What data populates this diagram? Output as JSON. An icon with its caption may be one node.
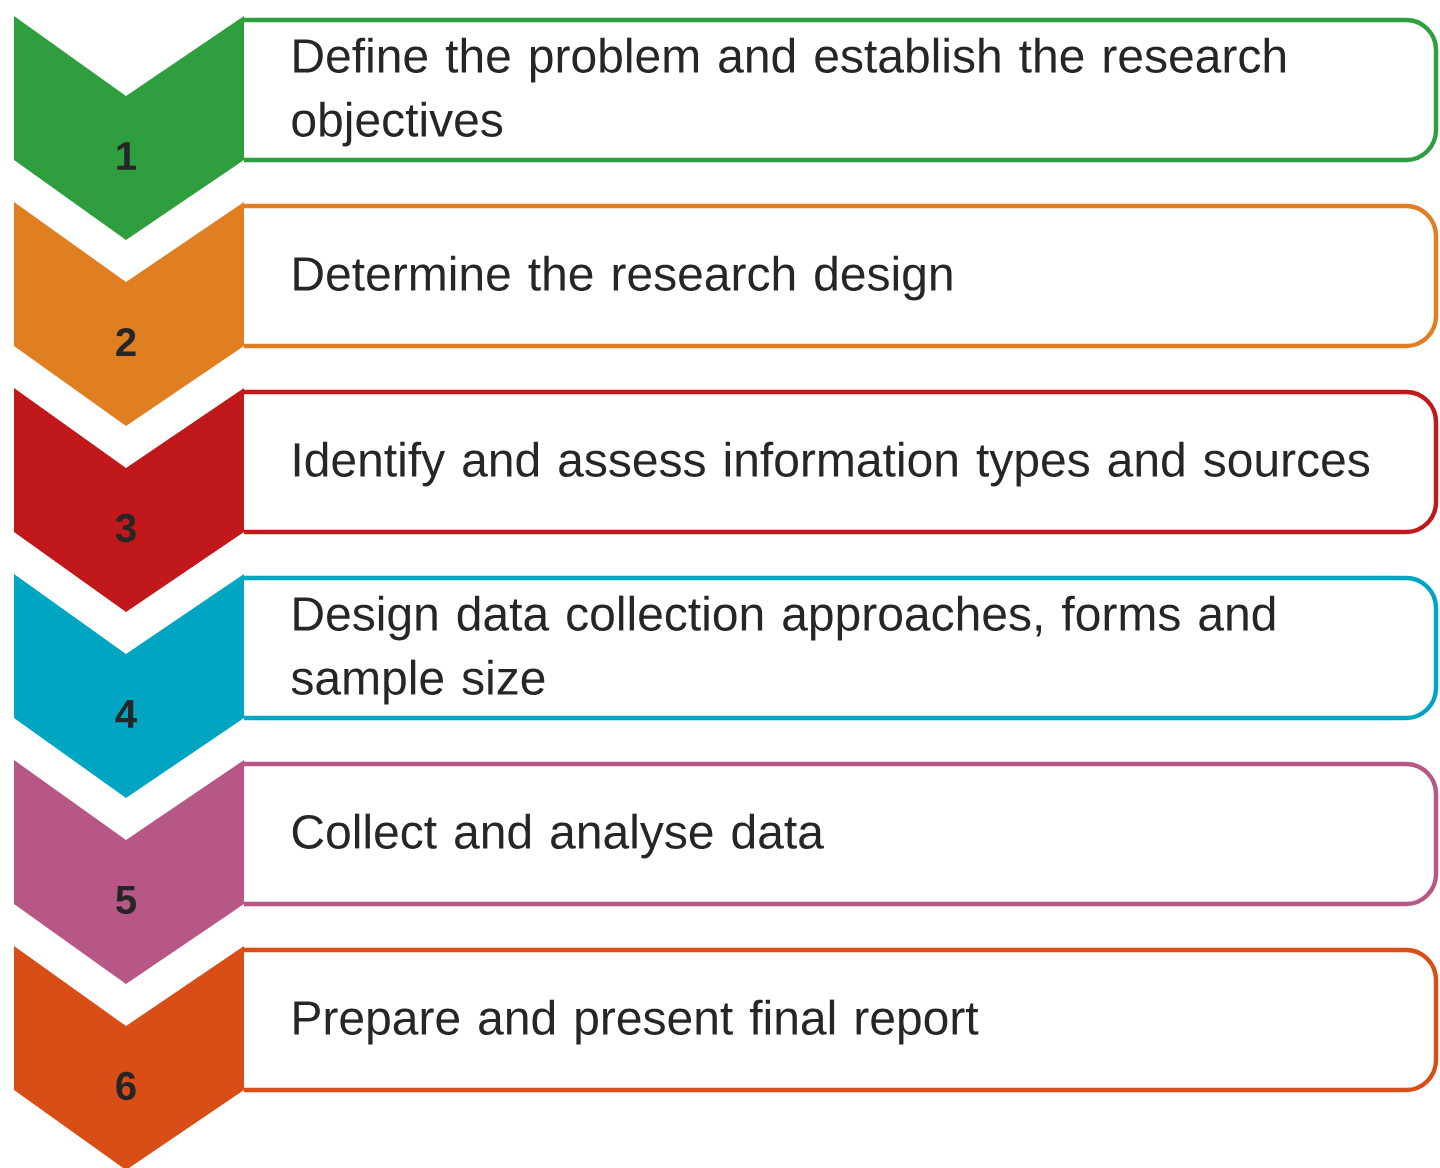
{
  "diagram": {
    "nodes": [
      {
        "text": [
          "1",
          "Define the problem and establish the research objectives"
        ]
      },
      {
        "text": [
          "2",
          "Determine the research design"
        ]
      },
      {
        "text": [
          "3",
          "Identify and assess information types and sources"
        ]
      },
      {
        "text": [
          "4",
          "Design data collection approaches, forms and sample size"
        ]
      },
      {
        "text": [
          "5",
          "Collect and analyse data"
        ]
      },
      {
        "text": [
          "6",
          "Prepare and present final report"
        ]
      }
    ]
  }
}
